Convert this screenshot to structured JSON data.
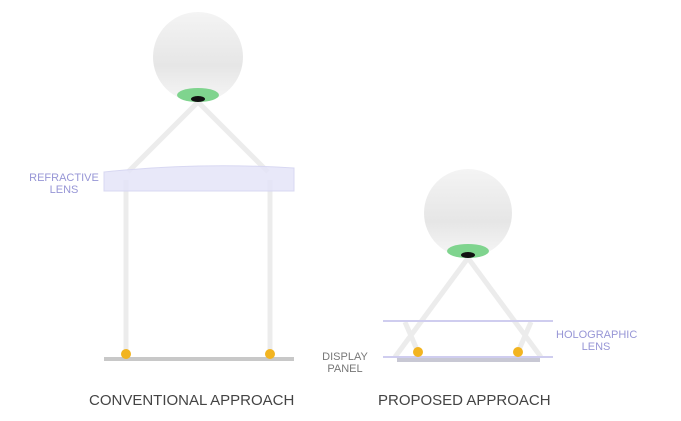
{
  "labels": {
    "refractive_lens_line1": "REFRACTIVE",
    "refractive_lens_line2": "LENS",
    "holographic_lens_line1": "HOLOGRAPHIC",
    "holographic_lens_line2": "LENS",
    "display_panel_line1": "DISPLAY",
    "display_panel_line2": "PANEL"
  },
  "captions": {
    "conventional": "CONVENTIONAL APPROACH",
    "proposed": "PROPOSED APPROACH"
  },
  "colors": {
    "lens": "#e4e4f8",
    "lens_label": "#9796d6",
    "pupil_iris": "#7fd48e",
    "light_source": "#f2b420",
    "panel": "#c8c8c8",
    "eye": "#ececec"
  }
}
